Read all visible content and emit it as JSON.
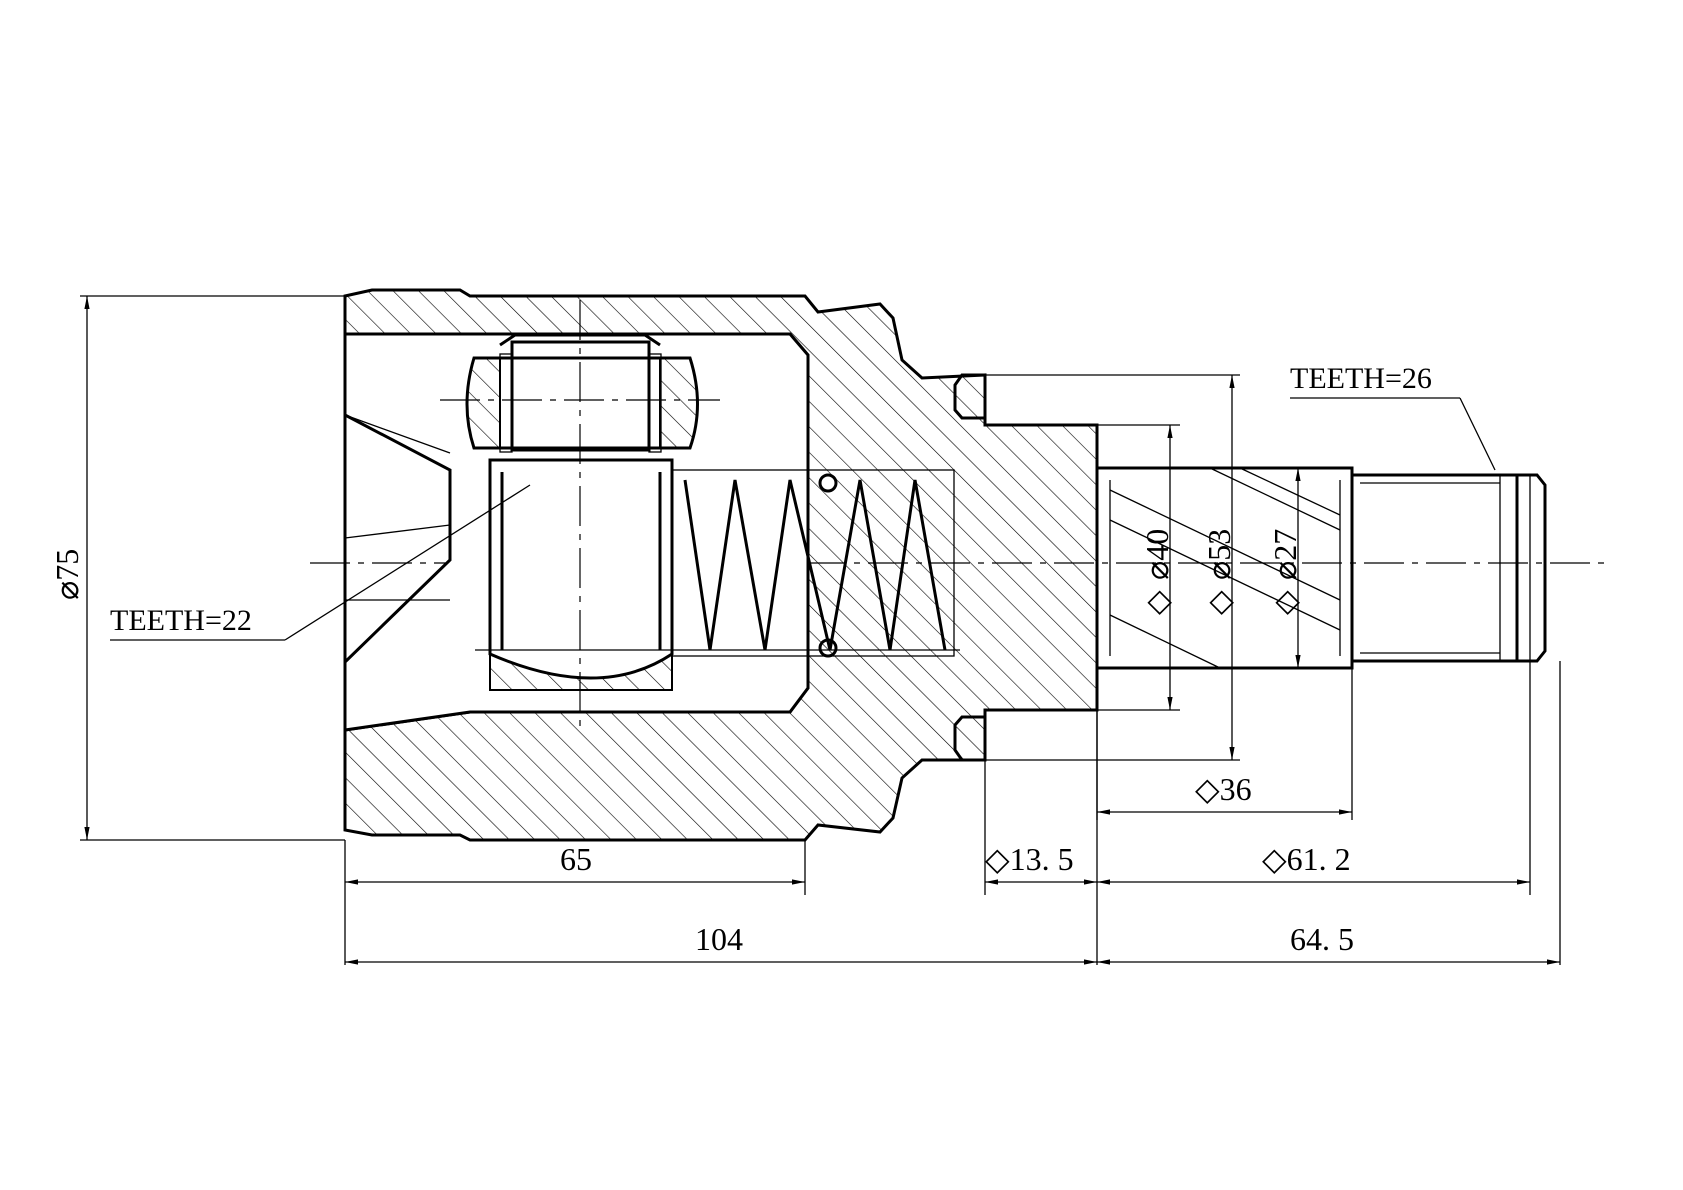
{
  "labels": {
    "teeth_inner": "TEETH=22",
    "teeth_outer": "TEETH=26"
  },
  "dimensions": {
    "outer_diameter": "75",
    "d40": "40",
    "d53": "53",
    "d27": "27",
    "len36": "36",
    "len65": "65",
    "len13_5": "13. 5",
    "len61_2": "61. 2",
    "len104": "104",
    "len64_5": "64. 5"
  }
}
